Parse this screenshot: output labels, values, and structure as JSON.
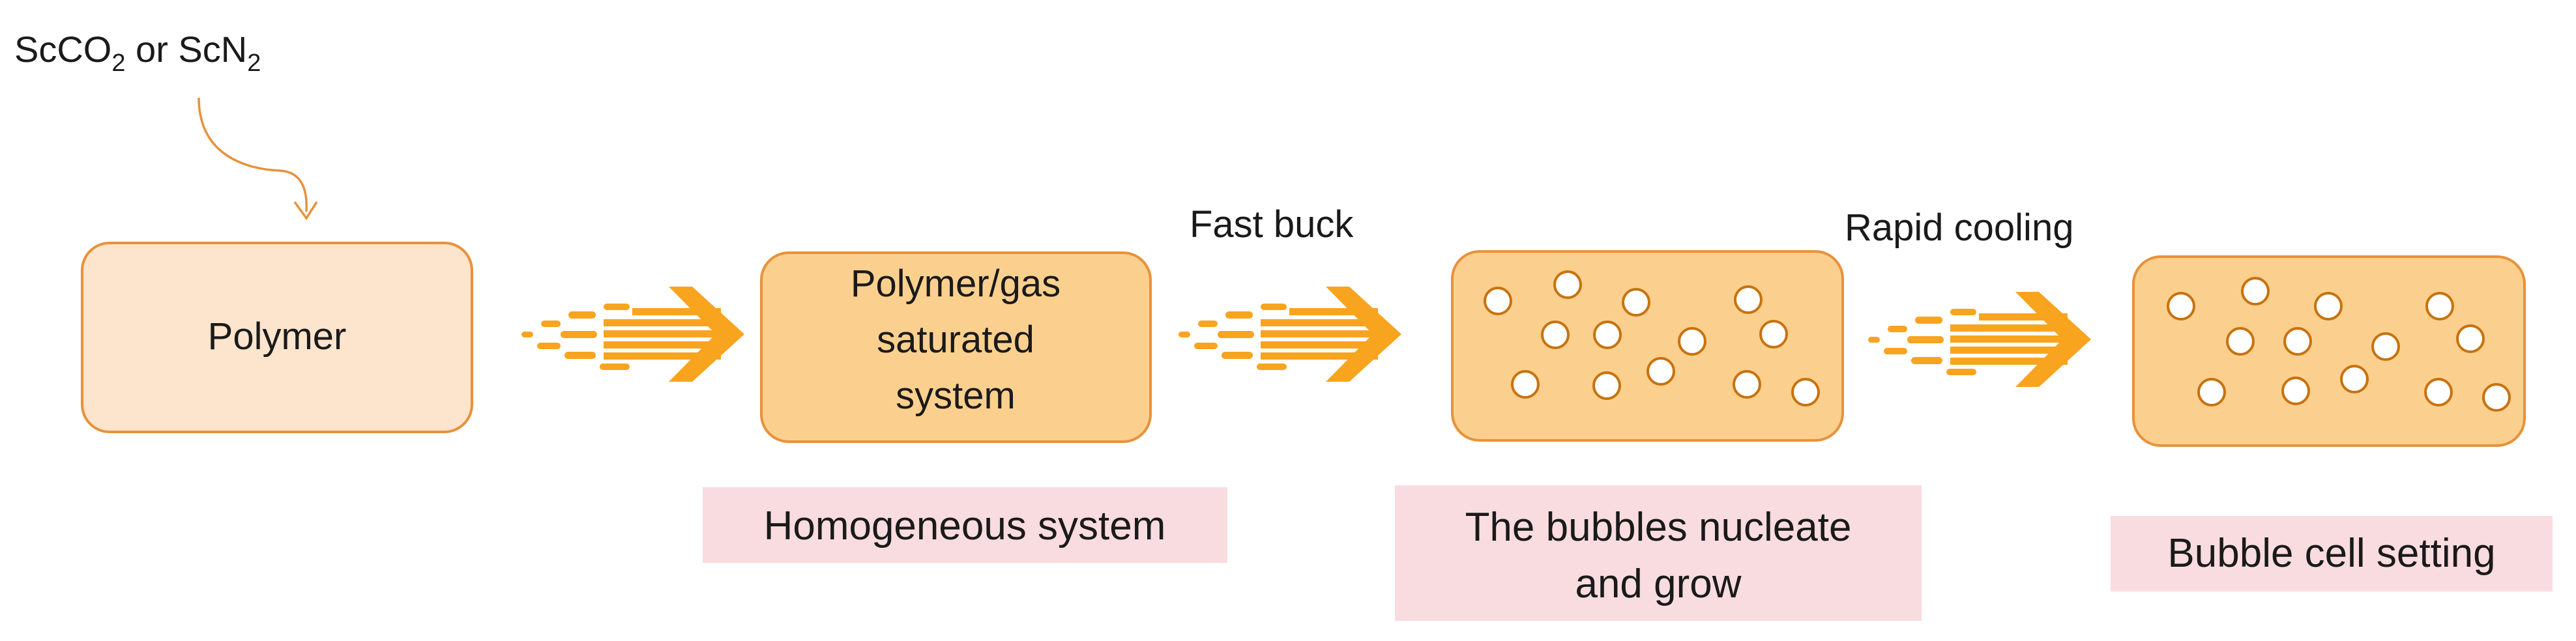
{
  "gas": {
    "main_1": "ScCO",
    "sub_1": "2",
    "connector": " or ScN",
    "sub_2": "2"
  },
  "boxes": {
    "polymer": "Polymer",
    "saturated_line1": "Polymer/gas",
    "saturated_line2": "saturated",
    "saturated_line3": "system"
  },
  "steps": {
    "fast_buck": "Fast buck",
    "rapid_cooling": "Rapid cooling"
  },
  "notes": {
    "homogeneous": "Homogeneous system",
    "nucleate_line1": "The bubbles nucleate",
    "nucleate_line2": "and grow",
    "setting": "Bubble cell setting"
  },
  "colors": {
    "box_light_fill": "#fde4cc",
    "box_fill": "#fbd08e",
    "box_stroke": "#e8913a",
    "arrow": "#f8a41f",
    "note_bg": "#f9dce0"
  }
}
